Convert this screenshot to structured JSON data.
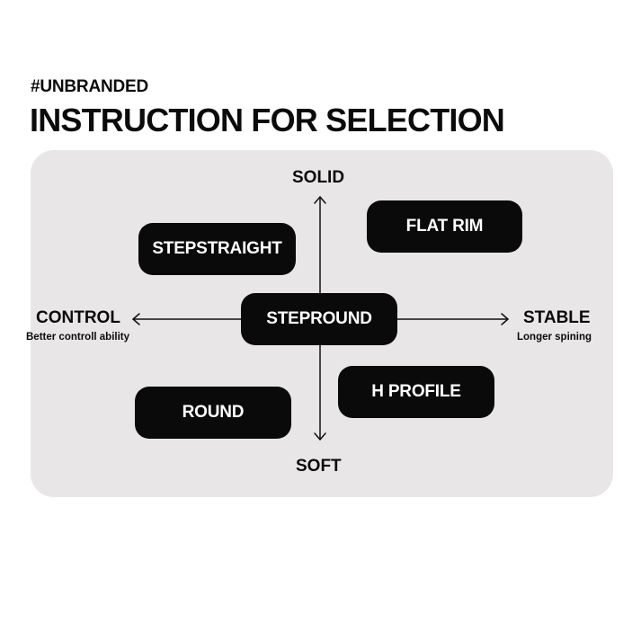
{
  "header": {
    "brand_tag": "#UNBRANDED",
    "title": "INSTRUCTION FOR SELECTION"
  },
  "axes": {
    "top": "SOLID",
    "bottom": "SOFT",
    "left": {
      "label": "CONTROL",
      "sub": "Better controll ability"
    },
    "right": {
      "label": "STABLE",
      "sub": "Longer spining"
    }
  },
  "options": {
    "stepstraight": "STEPSTRAIGHT",
    "flat_rim": "FLAT RIM",
    "stepround": "STEPROUND",
    "h_profile": "H PROFILE",
    "round": "ROUND"
  },
  "colors": {
    "panel": "#e8e6e6",
    "pill": "#0a0a0a",
    "text": "#0b0b0b"
  }
}
